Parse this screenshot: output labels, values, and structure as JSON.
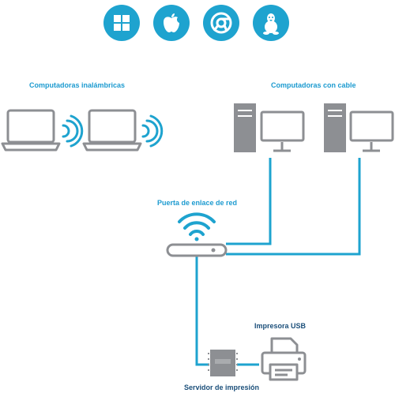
{
  "os_icons": [
    {
      "name": "windows-icon"
    },
    {
      "name": "apple-icon"
    },
    {
      "name": "chrome-icon"
    },
    {
      "name": "linux-icon"
    }
  ],
  "labels": {
    "wireless": "Computadoras inalámbricas",
    "wired": "Computadoras con cable",
    "gateway": "Puerta de enlace de red",
    "usb_printer": "Impresora USB",
    "print_server": "Servidor de impresión"
  },
  "colors": {
    "accent": "#1ea3cf",
    "device_gray": "#8d8f93",
    "label_blue": "#1d9bd0",
    "label_dark": "#1b4f7a"
  }
}
